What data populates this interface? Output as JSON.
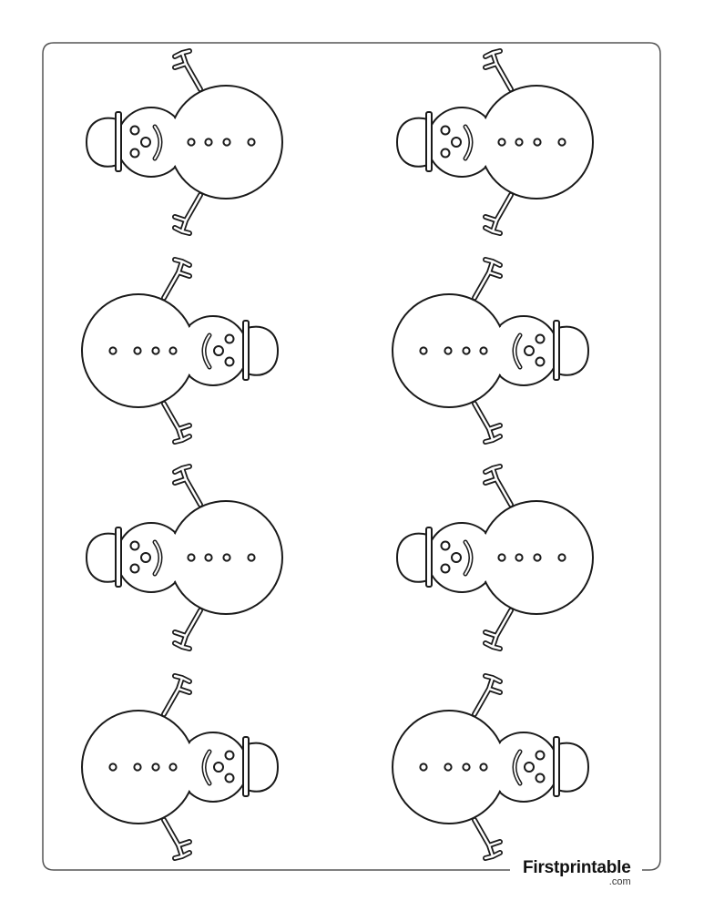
{
  "brand": {
    "name": "Firstprintable",
    "tld": ".com"
  },
  "page": {
    "snowman_count": 8,
    "line_color": "#1a1a1a",
    "background": "#ffffff"
  }
}
